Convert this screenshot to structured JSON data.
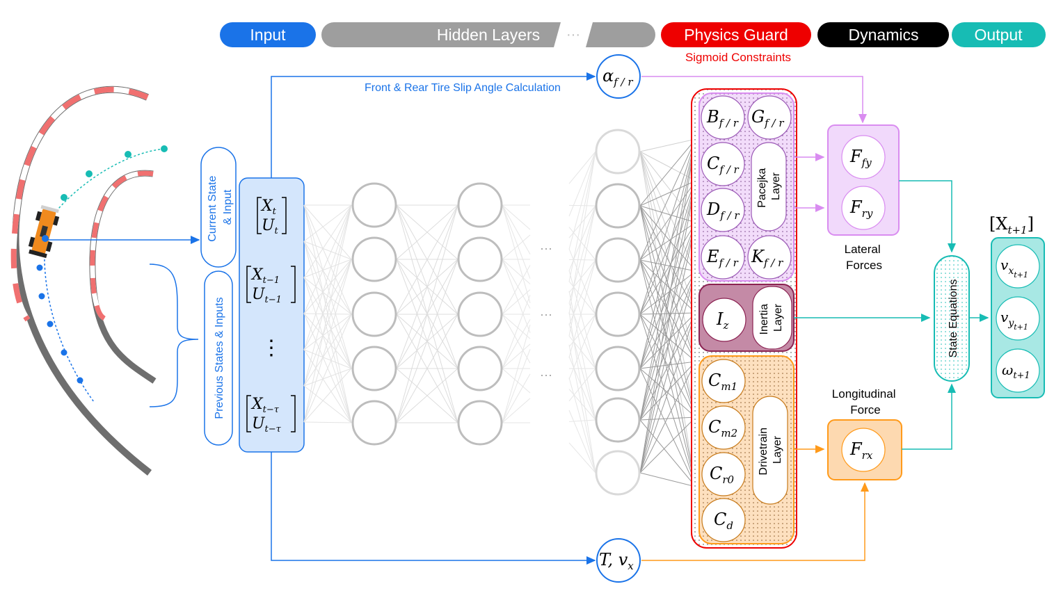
{
  "header": {
    "input_label": "Input",
    "hidden_label": "Hidden Layers",
    "hidden_ellipsis": "···",
    "physics_label": "Physics Guard",
    "physics_sublabel": "Sigmoid Constraints",
    "dynamics_label": "Dynamics",
    "output_label": "Output"
  },
  "colors": {
    "input": "#1a73e8",
    "hidden": "#9e9e9e",
    "physics": "#ee0000",
    "dynamics": "#000000",
    "output": "#17bcb4",
    "pacejka": "#d98cf0",
    "inertia": "#8b2252",
    "drivetrain": "#ff9a1a"
  },
  "input": {
    "current_label": "Current State\n& Input",
    "previous_label": "Previous States & Inputs",
    "x_t": "X",
    "x_t_sub": "t",
    "u_t": "U",
    "u_t_sub": "t",
    "x_t1": "X",
    "x_t1_sub": "t−1",
    "u_t1": "U",
    "u_t1_sub": "t−1",
    "dots": "⋮",
    "x_tau": "X",
    "x_tau_sub": "t−τ",
    "u_tau": "U",
    "u_tau_sub": "t−τ"
  },
  "slip": {
    "caption": "Front & Rear Tire Slip Angle Calculation",
    "symbol": "α",
    "sub": "f / r"
  },
  "torque": {
    "symbol": "T, v",
    "sub": "x"
  },
  "hidden": {
    "ellipsis": "···"
  },
  "pacejka": {
    "layer_label": "Pacejka\nLayer",
    "params": [
      {
        "sym": "B",
        "sub": "f / r"
      },
      {
        "sym": "G",
        "sub": "f / r"
      },
      {
        "sym": "C",
        "sub": "f / r"
      },
      {
        "sym": "D",
        "sub": "f / r"
      },
      {
        "sym": "E",
        "sub": "f / r"
      },
      {
        "sym": "K",
        "sub": "f / r"
      }
    ]
  },
  "inertia": {
    "layer_label": "Inertia\nLayer",
    "param": {
      "sym": "I",
      "sub": "z"
    }
  },
  "drivetrain": {
    "layer_label": "Drivetrain\nLayer",
    "params": [
      {
        "sym": "C",
        "sub": "m1"
      },
      {
        "sym": "C",
        "sub": "m2"
      },
      {
        "sym": "C",
        "sub": "r0"
      },
      {
        "sym": "C",
        "sub": "d"
      }
    ]
  },
  "lateral": {
    "label": "Lateral\nForces",
    "ffy": {
      "sym": "F",
      "sub": "fy"
    },
    "fry": {
      "sym": "F",
      "sub": "ry"
    }
  },
  "longitudinal": {
    "label": "Longitudinal\nForce",
    "frx": {
      "sym": "F",
      "sub": "rx"
    }
  },
  "state_equations": {
    "label": "State Equations"
  },
  "output": {
    "title": "[X",
    "title_sub": "t+1",
    "title_close": "]",
    "vx": {
      "sym": "v",
      "sub": "x",
      "subsub": "t+1"
    },
    "vy": {
      "sym": "v",
      "sub": "y",
      "subsub": "t+1"
    },
    "w": {
      "sym": "ω",
      "sub": "t+1"
    }
  }
}
